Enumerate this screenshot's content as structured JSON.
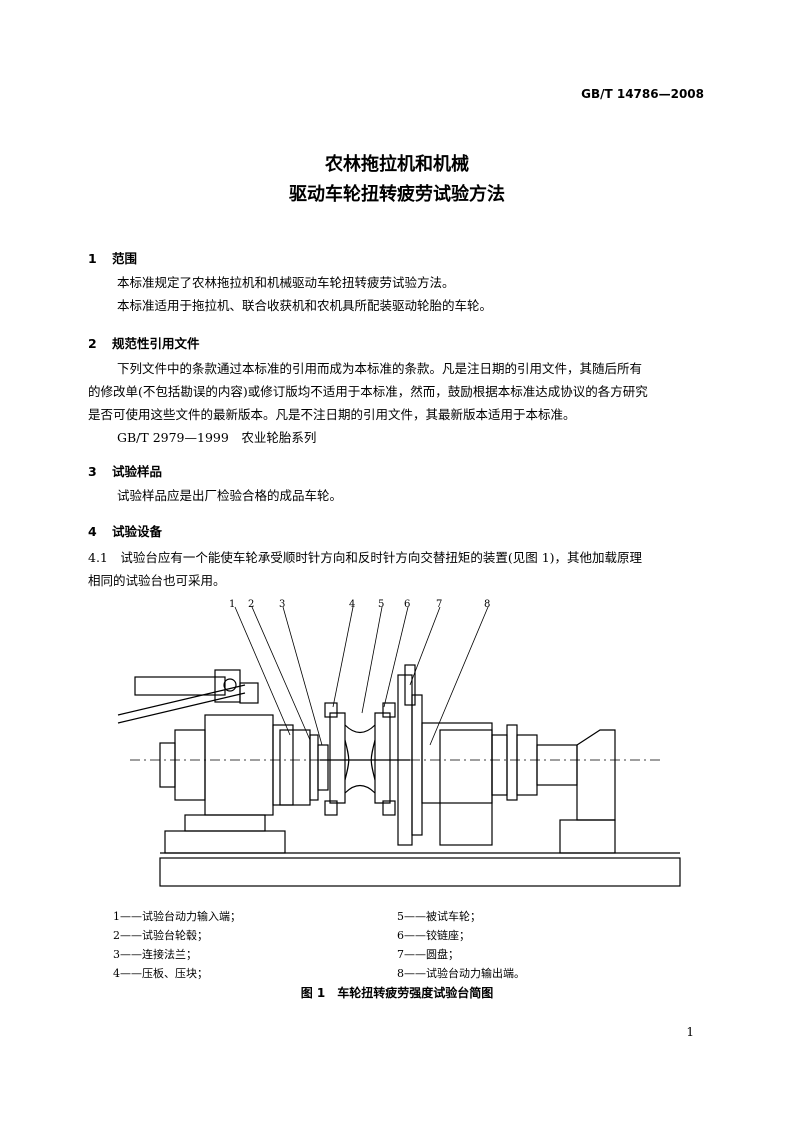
{
  "header": {
    "standard_code": "GB/T 14786—2008"
  },
  "title": {
    "line1": "农林拖拉机和机械",
    "line2": "驱动车轮扭转疲劳试验方法"
  },
  "sections": {
    "s1": {
      "number": "1",
      "heading": "范围",
      "p1": "本标准规定了农林拖拉机和机械驱动车轮扭转疲劳试验方法。",
      "p2": "本标准适用于拖拉机、联合收获机和农机具所配装驱动轮胎的车轮。"
    },
    "s2": {
      "number": "2",
      "heading": "规范性引用文件",
      "p1_line1": "下列文件中的条款通过本标准的引用而成为本标准的条款。凡是注日期的引用文件，其随后所有",
      "p1_line2": "的修改单(不包括勘误的内容)或修订版均不适用于本标准，然而，鼓励根据本标准达成协议的各方研究",
      "p1_line3": "是否可使用这些文件的最新版本。凡是不注日期的引用文件，其最新版本适用于本标准。",
      "ref1": "GB/T 2979—1999　农业轮胎系列"
    },
    "s3": {
      "number": "3",
      "heading": "试验样品",
      "p1": "试验样品应是出厂检验合格的成品车轮。"
    },
    "s4": {
      "number": "4",
      "heading": "试验设备",
      "p41_line1": "4.1　试验台应有一个能使车轮承受顺时针方向和反时针方向交替扭矩的装置(见图 1)，其他加载原理",
      "p41_line2": "相同的试验台也可采用。"
    }
  },
  "figure": {
    "callouts": [
      "1",
      "2",
      "3",
      "4",
      "5",
      "6",
      "7",
      "8"
    ],
    "legend_left": [
      "1——试验台动力输入端；",
      "2——试验台轮毂；",
      "3——连接法兰；",
      "4——压板、压块；"
    ],
    "legend_right": [
      "5——被试车轮；",
      "6——铰链座；",
      "7——圆盘；",
      "8——试验台动力输出端。"
    ],
    "caption": "图 1　车轮扭转疲劳强度试验台简图"
  },
  "page_number": "1"
}
